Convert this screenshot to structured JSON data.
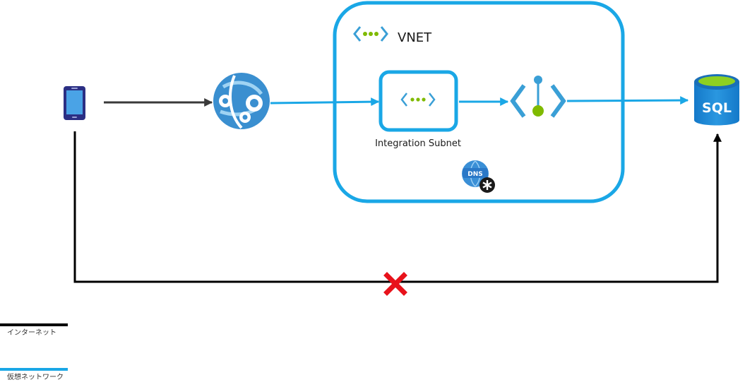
{
  "vnet": {
    "title": "VNET"
  },
  "subnet": {
    "label": "Integration Subnet"
  },
  "sql": {
    "label": "SQL"
  },
  "dns": {
    "label": "DNS"
  },
  "legend": {
    "internet_label": "インターネット",
    "vnet_label": "仮想ネットワーク"
  },
  "colors": {
    "internet_line": "#000000",
    "vnet_line": "#1aa7e6",
    "blocked": "#e8121b",
    "icon_blue": "#3a9fd6",
    "icon_green": "#7fba00",
    "phone": "#2b2f84"
  },
  "icons": {
    "device": "mobile-phone-icon",
    "web_app": "app-service-icon",
    "vnet": "virtual-network-icon",
    "subnet": "subnet-icon",
    "private_endpoint": "private-endpoint-icon",
    "sql": "sql-database-icon",
    "dns": "private-dns-zone-icon",
    "blocked": "blocked-x-icon"
  }
}
